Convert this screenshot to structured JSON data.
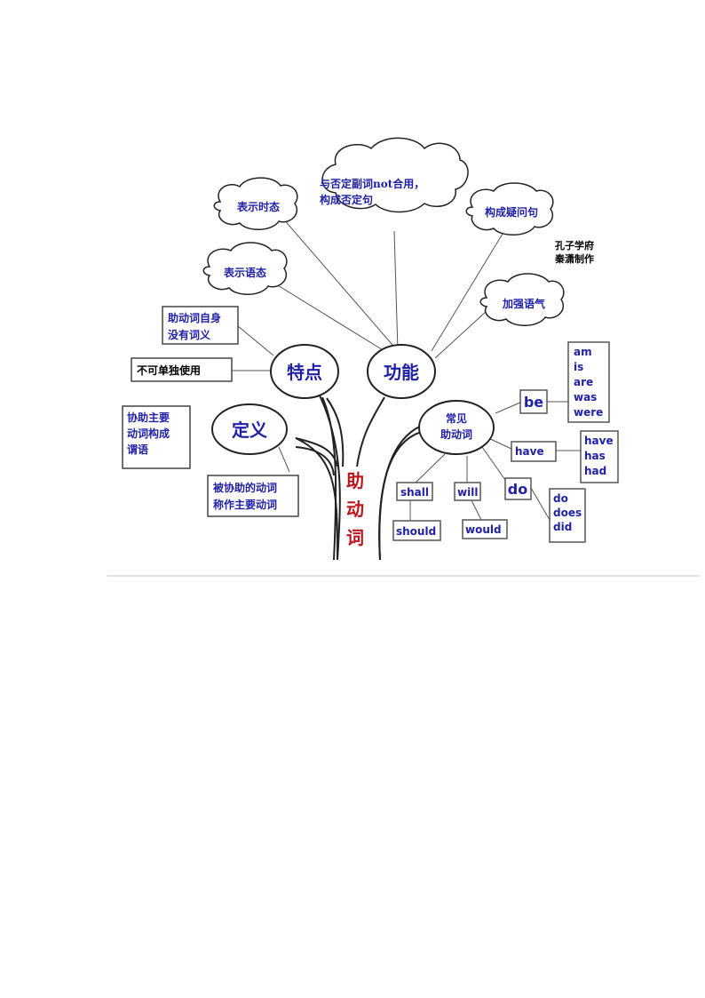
{
  "trunk": {
    "label": [
      "助",
      "动",
      "词"
    ],
    "color": "#c0141c"
  },
  "branches": {
    "features": "特点",
    "functions": "功能",
    "definition": "定义",
    "common": [
      "常见",
      "助动词"
    ]
  },
  "clouds": {
    "tense": "表示时态",
    "voice": "表示语态",
    "negation": [
      "与否定副词not合用，",
      "构成否定句"
    ],
    "question": "构成疑问句",
    "emphasis": "加强语气"
  },
  "boxes": {
    "no_meaning": [
      "助动词自身",
      "没有词义"
    ],
    "not_alone": "不可单独使用",
    "assist": [
      "协助主要",
      "动词构成",
      "谓语"
    ],
    "main_verb": [
      "被协助的动词",
      "称作主要动词"
    ]
  },
  "credit": [
    "孔子学府",
    "秦潇制作"
  ],
  "verbs": {
    "be": "be",
    "be_forms": [
      "am",
      "is",
      "are",
      "was",
      "were"
    ],
    "have": "have",
    "have_forms": [
      "have",
      "has",
      "had"
    ],
    "do": "do",
    "do_forms": [
      "do",
      "does",
      "did"
    ],
    "shall": "shall",
    "should": "should",
    "will": "will",
    "would": "would"
  },
  "colors": {
    "text": "#1f1fa8",
    "line": "#555555",
    "trunk": "#c0141c"
  }
}
